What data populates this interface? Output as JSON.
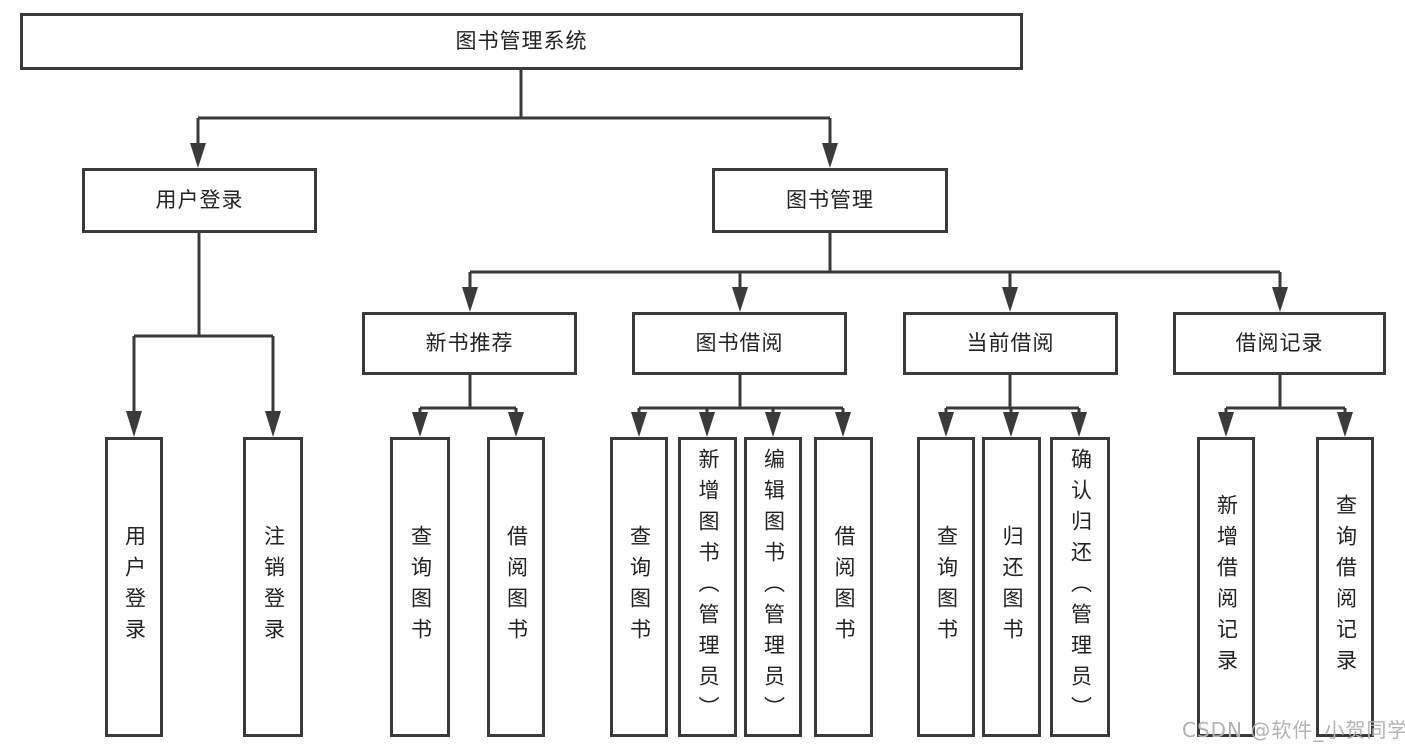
{
  "diagram": {
    "type": "hierarchy-tree",
    "colors": {
      "line": "#3a3a3a",
      "text": "#222222",
      "watermark": "#b3b3b3",
      "background": "#ffffff"
    },
    "root": {
      "label": "图书管理系统",
      "children": [
        {
          "label": "用户登录",
          "children": [
            {
              "label": "用户登录"
            },
            {
              "label": "注销登录"
            }
          ]
        },
        {
          "label": "图书管理",
          "children": [
            {
              "label": "新书推荐",
              "children": [
                {
                  "label": "查询图书"
                },
                {
                  "label": "借阅图书"
                }
              ]
            },
            {
              "label": "图书借阅",
              "children": [
                {
                  "label": "查询图书"
                },
                {
                  "label": "新增图书（管理员）"
                },
                {
                  "label": "编辑图书（管理员）"
                },
                {
                  "label": "借阅图书"
                }
              ]
            },
            {
              "label": "当前借阅",
              "children": [
                {
                  "label": "查询图书"
                },
                {
                  "label": "归还图书"
                },
                {
                  "label": "确认归还（管理员）"
                }
              ]
            },
            {
              "label": "借阅记录",
              "children": [
                {
                  "label": "新增借阅记录"
                },
                {
                  "label": "查询借阅记录"
                }
              ]
            }
          ]
        }
      ]
    },
    "watermark": "CSDN @软件_小贺同学"
  }
}
